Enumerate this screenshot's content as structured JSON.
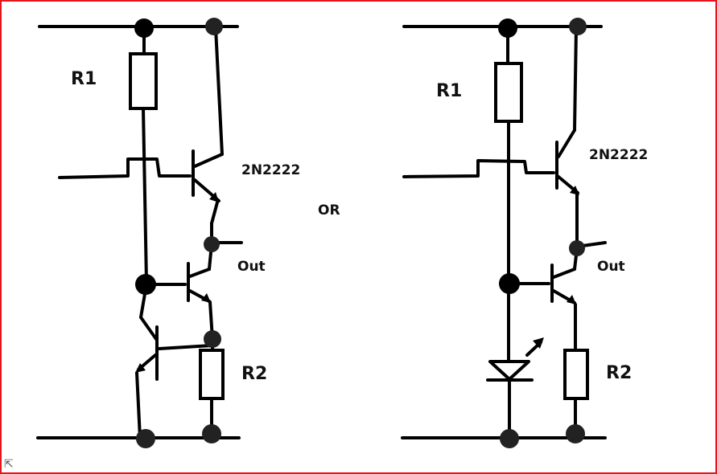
{
  "frame_color": "#e8141b",
  "separator": {
    "text": "OR"
  },
  "left": {
    "r1": "R1",
    "r2": "R2",
    "transistor": "2N2222",
    "out": "Out"
  },
  "right": {
    "r1": "R1",
    "r2": "R2",
    "transistor": "2N2222",
    "out": "Out"
  },
  "resize_icon": "resize-corner-icon"
}
